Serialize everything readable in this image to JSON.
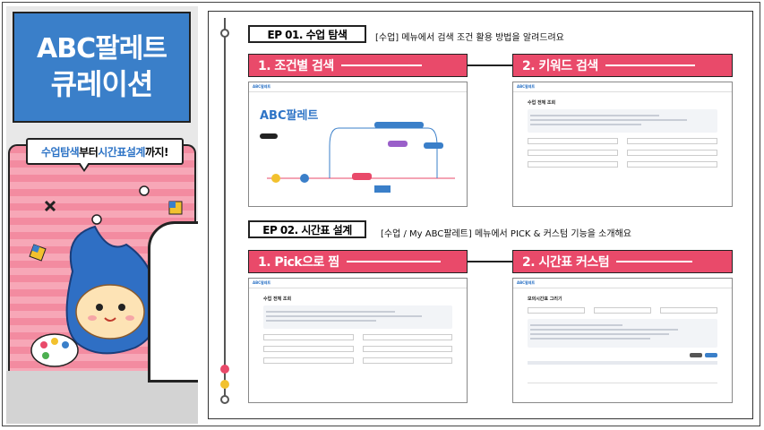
{
  "title": {
    "line1": "ABC팔레트",
    "line2": "큐레이션"
  },
  "subtitle": {
    "part1": "수업탐색",
    "part2": "부터 ",
    "part3": "시간표설계",
    "part4": "까지!"
  },
  "episodes": [
    {
      "label": "EP 01. 수업 탐색",
      "description": "[수업] 메뉴에서 검색 조건 활용 방법을 알려드려요",
      "steps": [
        "1. 조건별 검색",
        "2. 키워드 검색"
      ]
    },
    {
      "label": "EP 02. 시간표 설계",
      "description": "[수업 /  My ABC팔레트] 메뉴에서  PICK & 커스텀 기능을 소개해요",
      "steps": [
        "1. Pick으로 찜",
        "2. 시간표 커스텀"
      ]
    }
  ],
  "screens": {
    "s1": {
      "logo": "ABC팔레트",
      "heading": "ABC팔레트"
    },
    "s2": {
      "logo": "ABC팔레트",
      "heading": "수업 전체 조회"
    },
    "s3": {
      "logo": "ABC팔레트",
      "heading": "수업 전체 조회"
    },
    "s4": {
      "logo": "ABC팔레트",
      "heading": "모의시간표 그리기"
    }
  },
  "colors": {
    "brand_blue": "#3a7fc9",
    "accent_pink": "#e94a6a",
    "dot_yellow": "#f2c12e",
    "dot_pink": "#e94a6a"
  }
}
